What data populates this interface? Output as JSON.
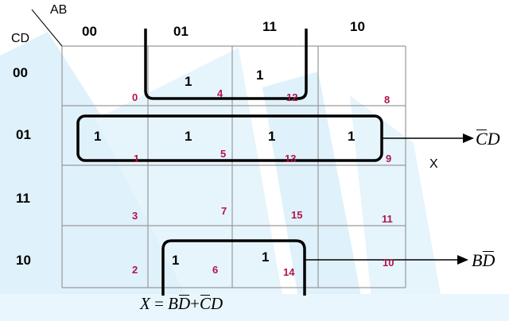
{
  "variables": {
    "col_var": "AB",
    "row_var": "CD"
  },
  "column_headers": [
    "00",
    "01",
    "11",
    "10"
  ],
  "row_headers": [
    "00",
    "01",
    "11",
    "10"
  ],
  "cells": [
    {
      "row": 0,
      "col": 0,
      "value": "",
      "index": "0"
    },
    {
      "row": 0,
      "col": 1,
      "value": "1",
      "index": "4"
    },
    {
      "row": 0,
      "col": 2,
      "value": "1",
      "index": "12"
    },
    {
      "row": 0,
      "col": 3,
      "value": "",
      "index": "8"
    },
    {
      "row": 1,
      "col": 0,
      "value": "1",
      "index": "1"
    },
    {
      "row": 1,
      "col": 1,
      "value": "1",
      "index": "5"
    },
    {
      "row": 1,
      "col": 2,
      "value": "1",
      "index": "13"
    },
    {
      "row": 1,
      "col": 3,
      "value": "1",
      "index": "9"
    },
    {
      "row": 2,
      "col": 0,
      "value": "",
      "index": "3"
    },
    {
      "row": 2,
      "col": 1,
      "value": "",
      "index": "7"
    },
    {
      "row": 2,
      "col": 2,
      "value": "",
      "index": "15"
    },
    {
      "row": 2,
      "col": 3,
      "value": "",
      "index": "11"
    },
    {
      "row": 3,
      "col": 0,
      "value": "",
      "index": "2"
    },
    {
      "row": 3,
      "col": 1,
      "value": "1",
      "index": "6"
    },
    {
      "row": 3,
      "col": 2,
      "value": "1",
      "index": "14"
    },
    {
      "row": 3,
      "col": 3,
      "value": "",
      "index": "10"
    }
  ],
  "terms": {
    "term1": {
      "base": "C",
      "plain": "D"
    },
    "term2": {
      "plain": "B",
      "base": "D"
    }
  },
  "x_label": "X",
  "equation": {
    "lhs": "X",
    "eq": "=",
    "t1_plain": "B",
    "t1_bar": "D",
    "plus": "+",
    "t2_bar": "C",
    "t2_plain": "D"
  },
  "colors": {
    "background": "#ffffff",
    "watermark": "#dff1fb",
    "grid": "#9a9a9a",
    "index": "#b0154a"
  }
}
